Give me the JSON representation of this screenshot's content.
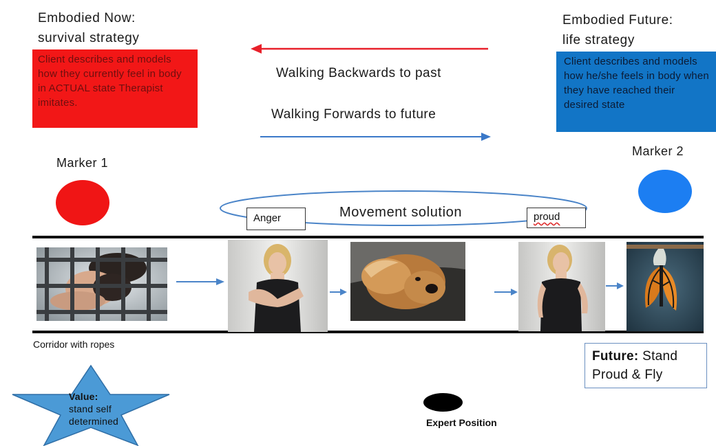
{
  "left_heading": {
    "line1": "Embodied Now:",
    "line2": "survival strategy"
  },
  "right_heading": {
    "line1": "Embodied Future:",
    "line2": "life strategy"
  },
  "red_box": {
    "text": "Client describes  and models how they currently feel in body in ACTUAL state  Therapist imitates."
  },
  "blue_box": {
    "text": "Client describes and models how he/she feels in body when they have reached their desired state"
  },
  "arrows": {
    "backward_label": "Walking Backwards to past",
    "forward_label": "Walking Forwards to future"
  },
  "markers": {
    "marker1_label": "Marker 1",
    "marker2_label": "Marker 2"
  },
  "movement": {
    "title": "Movement solution",
    "left_label": "Anger",
    "right_label": "proud"
  },
  "corridor": {
    "caption": "Corridor with ropes"
  },
  "future_box": {
    "bold": "Future:",
    "rest_line1": " Stand",
    "line2": "Proud & Fly"
  },
  "value_star": {
    "label": "Value:",
    "line2": "stand self",
    "line3": "determined"
  },
  "expert": {
    "label": "Expert Position"
  },
  "colors": {
    "red": "#f21717",
    "blue": "#1275c6",
    "arrow_red": "#e8202a",
    "arrow_blue": "#3a78c8",
    "star_blue": "#4b9ad6"
  },
  "icons": {
    "photo1": "prison-bars-photo",
    "photo2": "woman-arms-crossed-photo",
    "photo3": "windblown-dog-photo",
    "photo4": "woman-proud-photo",
    "photo5": "butterfly-emerging-photo"
  }
}
